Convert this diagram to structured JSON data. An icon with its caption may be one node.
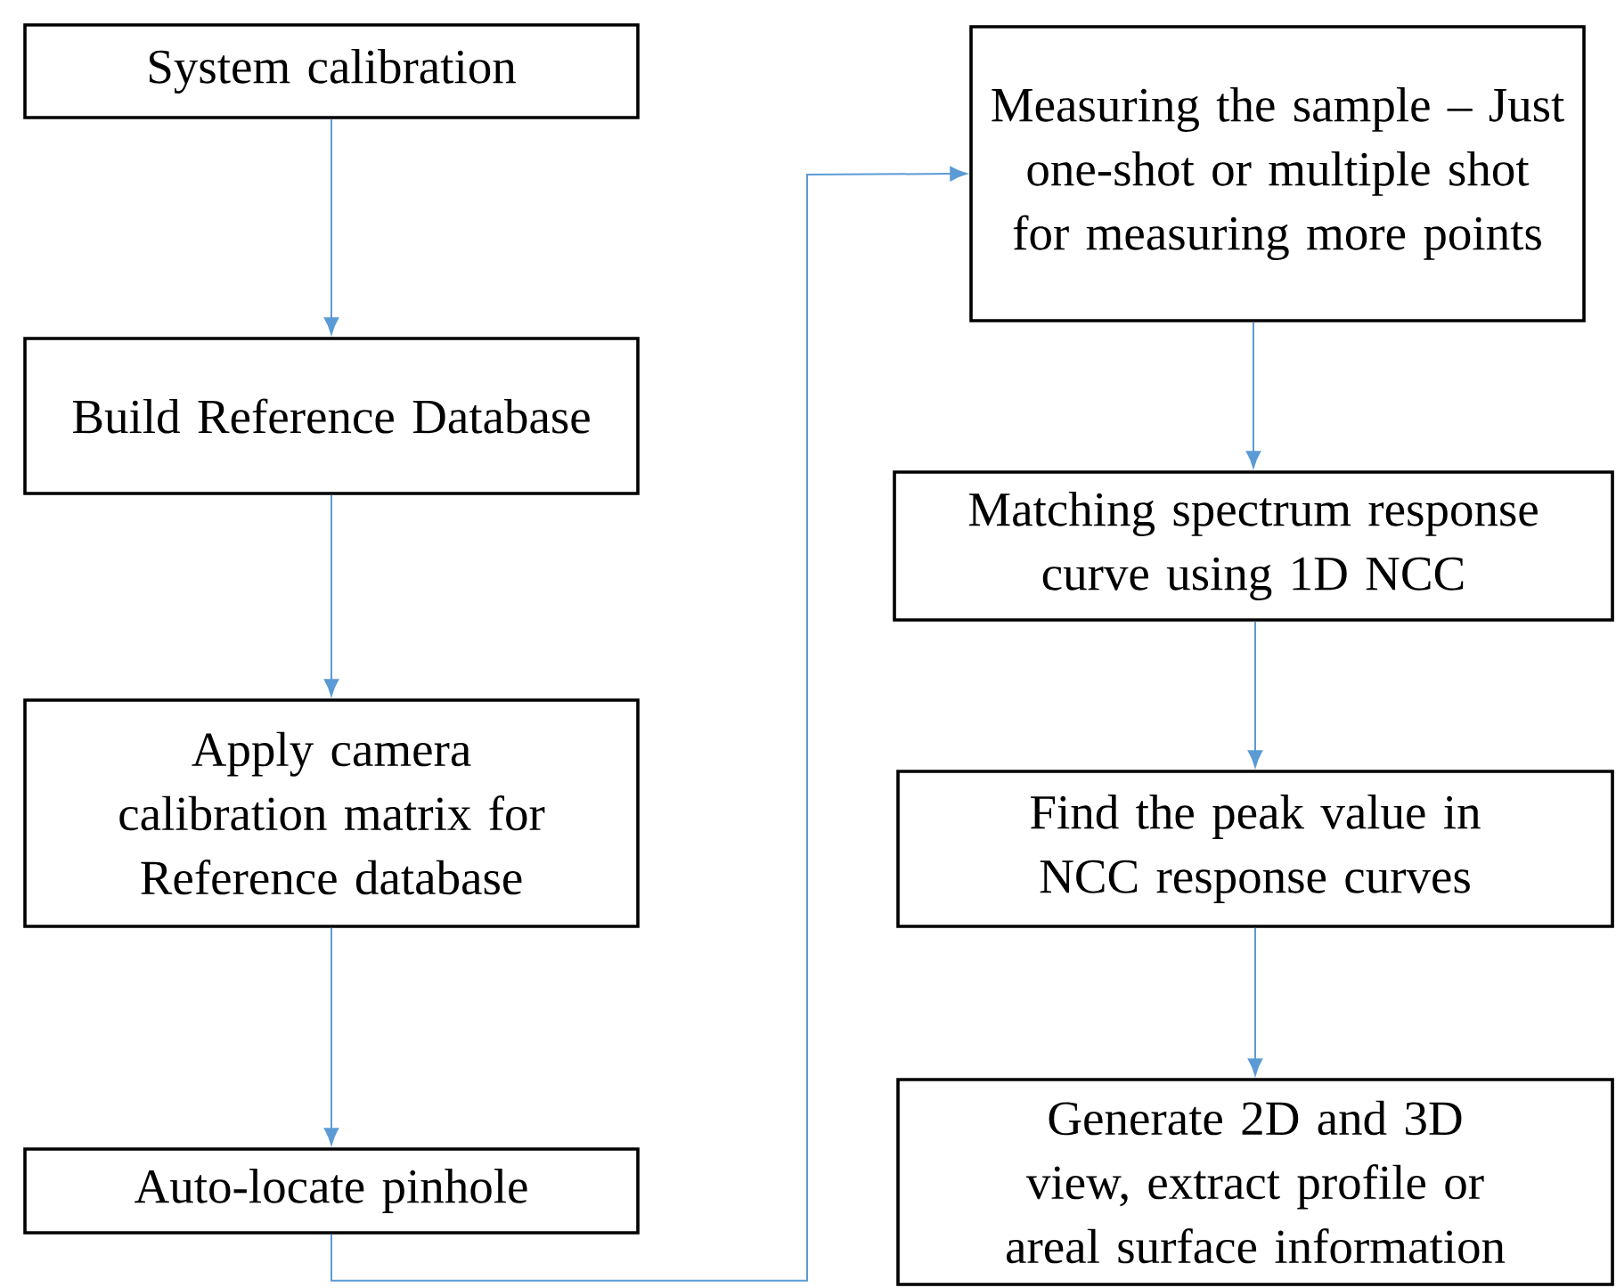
{
  "diagram": {
    "nodes": [
      {
        "text": [
          "System calibration"
        ]
      },
      {
        "text": [
          "Build Reference Database"
        ]
      },
      {
        "text": [
          "Apply camera calibration matrix for Reference database"
        ]
      },
      {
        "text": [
          "Auto-locate pinhole"
        ]
      },
      {
        "text": [
          "Measuring the sample – Just one-shot or multiple shot for measuring more points"
        ]
      },
      {
        "text": [
          "Matching spectrum response curve using 1D NCC"
        ]
      },
      {
        "text": [
          "Find the peak value in NCC response curves"
        ]
      },
      {
        "text": [
          "Generate 2D and 3D view, extract profile or areal surface information"
        ]
      }
    ],
    "edges": [
      {
        "from": 0,
        "to": 1,
        "arrow": "to"
      },
      {
        "from": 1,
        "to": 2,
        "arrow": "to"
      },
      {
        "from": 2,
        "to": 3,
        "arrow": "to"
      },
      {
        "from": 3,
        "to": 4,
        "arrow": "to"
      },
      {
        "from": 4,
        "to": 5,
        "arrow": "to"
      },
      {
        "from": 5,
        "to": 6,
        "arrow": "to"
      },
      {
        "from": 6,
        "to": 7,
        "arrow": "to"
      }
    ]
  }
}
